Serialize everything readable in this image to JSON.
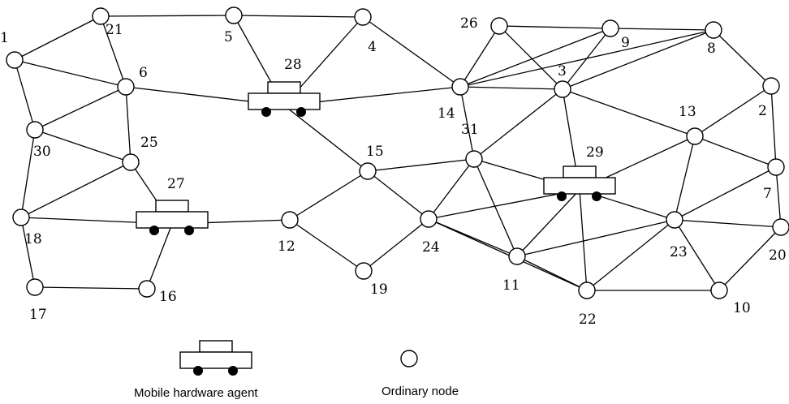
{
  "nodes": [
    {
      "id": "1",
      "label": "1",
      "type": "ordinary"
    },
    {
      "id": "2",
      "label": "2",
      "type": "ordinary"
    },
    {
      "id": "3",
      "label": "3",
      "type": "ordinary"
    },
    {
      "id": "4",
      "label": "4",
      "type": "ordinary"
    },
    {
      "id": "5",
      "label": "5",
      "type": "ordinary"
    },
    {
      "id": "6",
      "label": "6",
      "type": "ordinary"
    },
    {
      "id": "7",
      "label": "7",
      "type": "ordinary"
    },
    {
      "id": "8",
      "label": "8",
      "type": "ordinary"
    },
    {
      "id": "9",
      "label": "9",
      "type": "ordinary"
    },
    {
      "id": "10",
      "label": "10",
      "type": "ordinary"
    },
    {
      "id": "11",
      "label": "11",
      "type": "ordinary"
    },
    {
      "id": "12",
      "label": "12",
      "type": "ordinary"
    },
    {
      "id": "13",
      "label": "13",
      "type": "ordinary"
    },
    {
      "id": "14",
      "label": "14",
      "type": "ordinary"
    },
    {
      "id": "15",
      "label": "15",
      "type": "ordinary"
    },
    {
      "id": "16",
      "label": "16",
      "type": "ordinary"
    },
    {
      "id": "17",
      "label": "17",
      "type": "ordinary"
    },
    {
      "id": "18",
      "label": "18",
      "type": "ordinary"
    },
    {
      "id": "19",
      "label": "19",
      "type": "ordinary"
    },
    {
      "id": "20",
      "label": "20",
      "type": "ordinary"
    },
    {
      "id": "21",
      "label": "21",
      "type": "ordinary"
    },
    {
      "id": "22",
      "label": "22",
      "type": "ordinary"
    },
    {
      "id": "23",
      "label": "23",
      "type": "ordinary"
    },
    {
      "id": "24",
      "label": "24",
      "type": "ordinary"
    },
    {
      "id": "25",
      "label": "25",
      "type": "ordinary"
    },
    {
      "id": "26",
      "label": "26",
      "type": "ordinary"
    },
    {
      "id": "27",
      "label": "27",
      "type": "agent"
    },
    {
      "id": "28",
      "label": "28",
      "type": "agent"
    },
    {
      "id": "29",
      "label": "29",
      "type": "agent"
    },
    {
      "id": "30",
      "label": "30",
      "type": "ordinary"
    },
    {
      "id": "31",
      "label": "31",
      "type": "ordinary"
    }
  ],
  "edges": [
    [
      "1",
      "21"
    ],
    [
      "1",
      "6"
    ],
    [
      "1",
      "30"
    ],
    [
      "21",
      "5"
    ],
    [
      "21",
      "6"
    ],
    [
      "5",
      "4"
    ],
    [
      "5",
      "28"
    ],
    [
      "4",
      "28"
    ],
    [
      "4",
      "14"
    ],
    [
      "6",
      "30"
    ],
    [
      "6",
      "25"
    ],
    [
      "6",
      "28"
    ],
    [
      "30",
      "25"
    ],
    [
      "30",
      "18"
    ],
    [
      "25",
      "18"
    ],
    [
      "25",
      "27"
    ],
    [
      "18",
      "27"
    ],
    [
      "18",
      "17"
    ],
    [
      "17",
      "16"
    ],
    [
      "16",
      "27"
    ],
    [
      "27",
      "12"
    ],
    [
      "28",
      "14"
    ],
    [
      "28",
      "15"
    ],
    [
      "15",
      "12"
    ],
    [
      "15",
      "24"
    ],
    [
      "15",
      "31"
    ],
    [
      "12",
      "19"
    ],
    [
      "19",
      "24"
    ],
    [
      "14",
      "26"
    ],
    [
      "14",
      "9"
    ],
    [
      "14",
      "3"
    ],
    [
      "14",
      "8"
    ],
    [
      "14",
      "31"
    ],
    [
      "26",
      "9"
    ],
    [
      "26",
      "3"
    ],
    [
      "9",
      "8"
    ],
    [
      "9",
      "3"
    ],
    [
      "8",
      "3"
    ],
    [
      "8",
      "2"
    ],
    [
      "3",
      "29"
    ],
    [
      "3",
      "13"
    ],
    [
      "3",
      "31"
    ],
    [
      "31",
      "24"
    ],
    [
      "31",
      "11"
    ],
    [
      "31",
      "29"
    ],
    [
      "24",
      "29"
    ],
    [
      "24",
      "11"
    ],
    [
      "24",
      "22"
    ],
    [
      "29",
      "11"
    ],
    [
      "29",
      "22"
    ],
    [
      "29",
      "23"
    ],
    [
      "29",
      "13"
    ],
    [
      "13",
      "2"
    ],
    [
      "13",
      "7"
    ],
    [
      "13",
      "23"
    ],
    [
      "2",
      "7"
    ],
    [
      "7",
      "23"
    ],
    [
      "7",
      "20"
    ],
    [
      "11",
      "23"
    ],
    [
      "11",
      "22"
    ],
    [
      "22",
      "23"
    ],
    [
      "22",
      "10"
    ],
    [
      "23",
      "20"
    ],
    [
      "23",
      "10"
    ],
    [
      "20",
      "10"
    ]
  ],
  "legend": {
    "agent_label": "Mobile hardware agent",
    "node_label": "Ordinary node"
  }
}
